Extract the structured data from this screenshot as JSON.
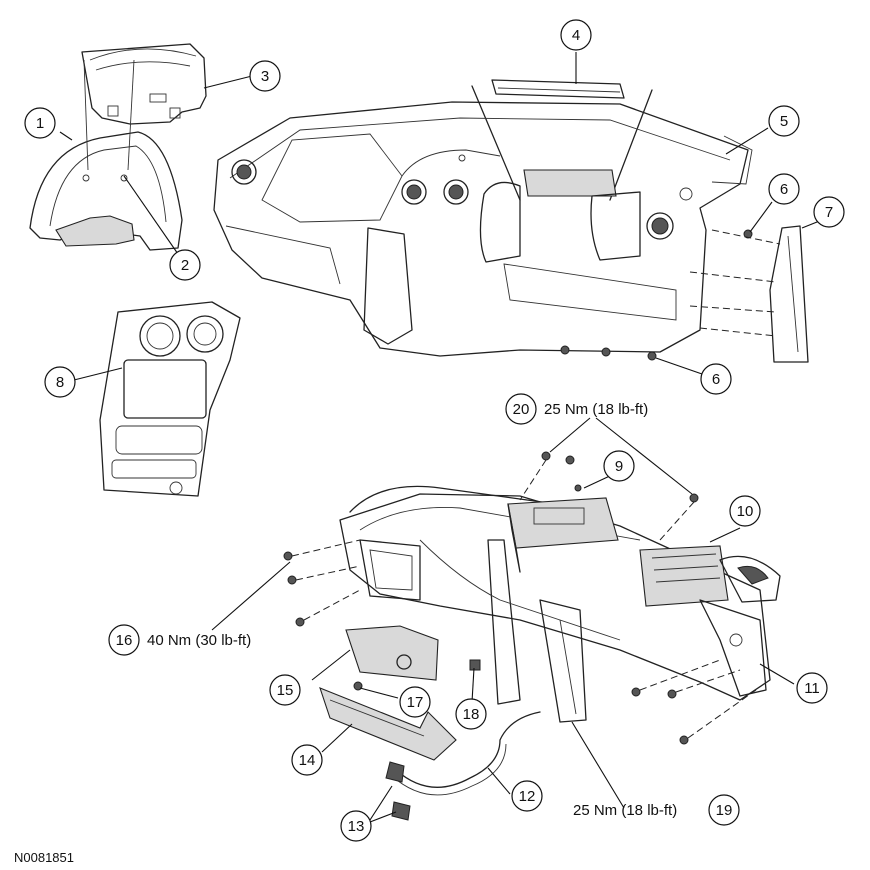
{
  "figure_id": "N0081851",
  "callouts": [
    {
      "num": "1"
    },
    {
      "num": "2"
    },
    {
      "num": "3"
    },
    {
      "num": "4"
    },
    {
      "num": "5"
    },
    {
      "num": "6"
    },
    {
      "num": "6"
    },
    {
      "num": "7"
    },
    {
      "num": "8"
    },
    {
      "num": "9"
    },
    {
      "num": "10"
    },
    {
      "num": "11"
    },
    {
      "num": "12"
    },
    {
      "num": "13"
    },
    {
      "num": "14"
    },
    {
      "num": "15"
    },
    {
      "num": "16"
    },
    {
      "num": "17"
    },
    {
      "num": "18"
    },
    {
      "num": "19"
    },
    {
      "num": "20"
    }
  ],
  "torque_specs": {
    "c20": "25 Nm (18 lb-ft)",
    "c16": "40 Nm (30 lb-ft)",
    "c19": "25 Nm (18 lb-ft)"
  }
}
